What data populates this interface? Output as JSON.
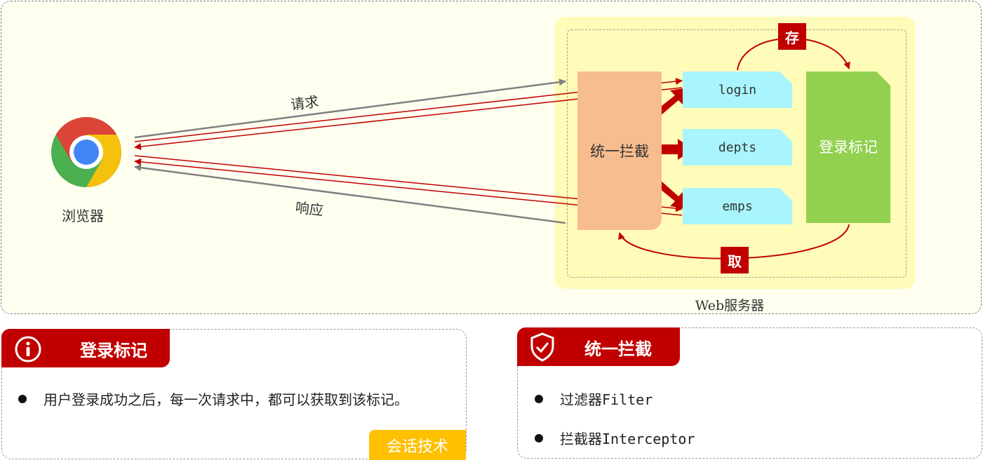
{
  "diagram": {
    "browser_label": "浏览器",
    "request_label": "请求",
    "response_label": "响应",
    "server_label": "Web服务器",
    "interceptor_label": "统一拦截",
    "endpoints": [
      "login",
      "depts",
      "emps"
    ],
    "login_flag_label": "登录标记",
    "store_label": "存",
    "fetch_label": "取"
  },
  "cards": {
    "login_flag": {
      "title": "登录标记",
      "bullets": [
        "用户登录成功之后，每一次请求中，都可以获取到该标记。"
      ],
      "tag": "会话技术"
    },
    "interception": {
      "title": "统一拦截",
      "bullets": [
        "过滤器Filter",
        "拦截器Interceptor"
      ]
    }
  },
  "colors": {
    "accent_red": "#c00000",
    "interceptor_fill": "#f8bd8f",
    "endpoint_fill": "#a8f5fd",
    "flag_fill": "#92d050",
    "server_fill": "#fffbb8",
    "tag_fill": "#ffc000",
    "request_line": "#808080"
  },
  "icons": {
    "browser": "chrome-icon",
    "info": "info-icon",
    "shield": "shield-check-icon"
  }
}
